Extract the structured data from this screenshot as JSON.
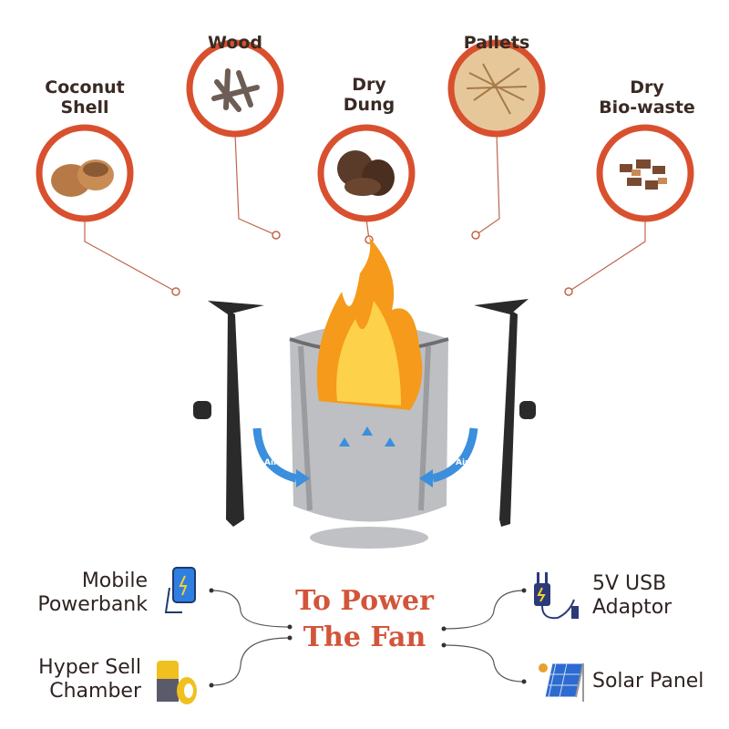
{
  "fuels": [
    {
      "label_line1": "Coconut",
      "label_line2": "Shell",
      "icon": "coconut-shell-image"
    },
    {
      "label_line1": "Wood",
      "label_line2": "",
      "icon": "wood-image"
    },
    {
      "label_line1": "Dry",
      "label_line2": "Dung",
      "icon": "dung-cake-image"
    },
    {
      "label_line1": "Pallets",
      "label_line2": "",
      "icon": "pallets-image"
    },
    {
      "label_line1": "Dry",
      "label_line2": "Bio-waste",
      "icon": "bio-waste-image"
    }
  ],
  "center": {
    "title_line1": "To Power",
    "title_line2": "The Fan",
    "air_label": "Air"
  },
  "power_sources": [
    {
      "label_line1": "Mobile",
      "label_line2": "Powerbank",
      "icon": "powerbank-icon"
    },
    {
      "label_line1": "Hyper Sell",
      "label_line2": "Chamber",
      "icon": "battery-icon"
    },
    {
      "label_line1": "5V USB",
      "label_line2": "Adaptor",
      "icon": "usb-adaptor-icon"
    },
    {
      "label_line1": "Solar Panel",
      "label_line2": "",
      "icon": "solar-panel-icon"
    }
  ],
  "colors": {
    "accent": "#d9502e",
    "title": "#d2553a",
    "line": "#b0563e",
    "air": "#3b8fdc"
  }
}
